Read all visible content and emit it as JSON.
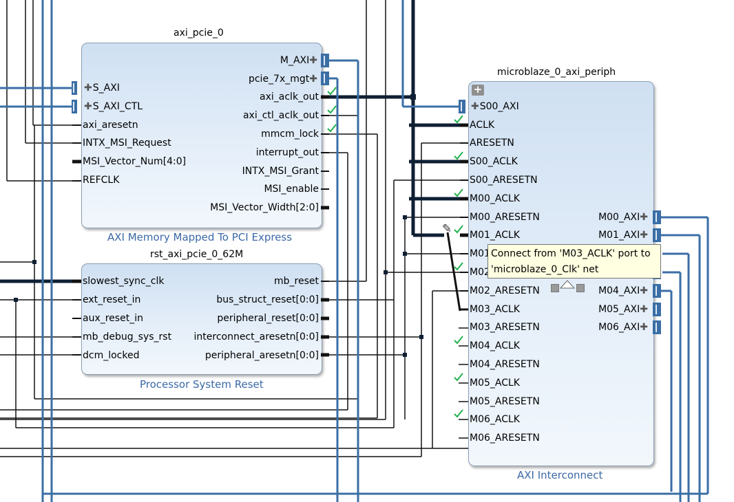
{
  "blocks": {
    "pcie": {
      "instance": "axi_pcie_0",
      "ip_name": "AXI Memory Mapped To PCI Express",
      "left_pins": [
        "S_AXI",
        "S_AXI_CTL",
        "axi_aresetn",
        "INTX_MSI_Request",
        "MSI_Vector_Num[4:0]",
        "REFCLK"
      ],
      "right_pins": [
        "M_AXI",
        "pcie_7x_mgt",
        "axi_aclk_out",
        "axi_ctl_aclk_out",
        "mmcm_lock",
        "interrupt_out",
        "INTX_MSI_Grant",
        "MSI_enable",
        "MSI_Vector_Width[2:0]"
      ]
    },
    "reset": {
      "instance": "rst_axi_pcie_0_62M",
      "ip_name": "Processor System Reset",
      "left_pins": [
        "slowest_sync_clk",
        "ext_reset_in",
        "aux_reset_in",
        "mb_debug_sys_rst",
        "dcm_locked"
      ],
      "right_pins": [
        "mb_reset",
        "bus_struct_reset[0:0]",
        "peripheral_reset[0:0]",
        "interconnect_aresetn[0:0]",
        "peripheral_aresetn[0:0]"
      ]
    },
    "interconnect": {
      "instance": "microblaze_0_axi_periph",
      "ip_name": "AXI Interconnect",
      "expand_symbol": "+",
      "left_pins": [
        "S00_AXI",
        "ACLK",
        "ARESETN",
        "S00_ACLK",
        "S00_ARESETN",
        "M00_ACLK",
        "M00_ARESETN",
        "M01_ACLK",
        "M01_ARESETN",
        "M02_ACLK",
        "M02_ARESETN",
        "M03_ACLK",
        "M03_ARESETN",
        "M04_ACLK",
        "M04_ARESETN",
        "M05_ACLK",
        "M05_ARESETN",
        "M06_ACLK",
        "M06_ARESETN"
      ],
      "right_pins": [
        "M00_AXI",
        "M01_AXI",
        "M04_AXI",
        "M05_AXI",
        "M06_AXI"
      ]
    }
  },
  "tooltip": {
    "line1": "Connect from 'M03_ACLK' port to",
    "line2": "'microblaze_0_Clk' net"
  },
  "colors": {
    "wire_blue": "#3a6ea5",
    "wire_dark": "#0f1f33",
    "wire_black": "#111111",
    "check": "#22b14c",
    "block_border": "#8a9db3",
    "ip_label": "#3a68a7"
  },
  "icons": {
    "bus_plus": "plus-icon",
    "check": "checkmark-icon",
    "pencil": "pencil-cursor-icon",
    "expand": "expand-icon"
  }
}
